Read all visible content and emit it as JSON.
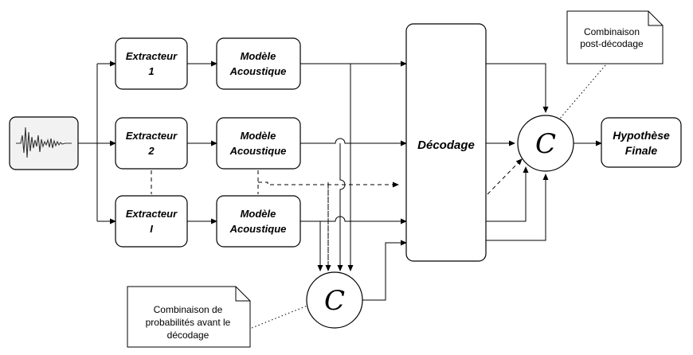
{
  "boxes": {
    "extractor1": [
      "Extracteur",
      "1"
    ],
    "extractor2": [
      "Extracteur",
      "2"
    ],
    "extractorI": [
      "Extracteur",
      "I"
    ],
    "model1": [
      "Modèle",
      "Acoustique"
    ],
    "model2": [
      "Modèle",
      "Acoustique"
    ],
    "modelI": [
      "Modèle",
      "Acoustique"
    ],
    "decoding": "Décodage",
    "hypothesis": [
      "Hypothèse",
      "Finale"
    ]
  },
  "combiner_symbol": "C",
  "notes": {
    "post": [
      "Combinaison",
      "post-décodage"
    ],
    "pre": [
      "Combinaison de",
      "probabilités avant le",
      "décodage"
    ]
  }
}
